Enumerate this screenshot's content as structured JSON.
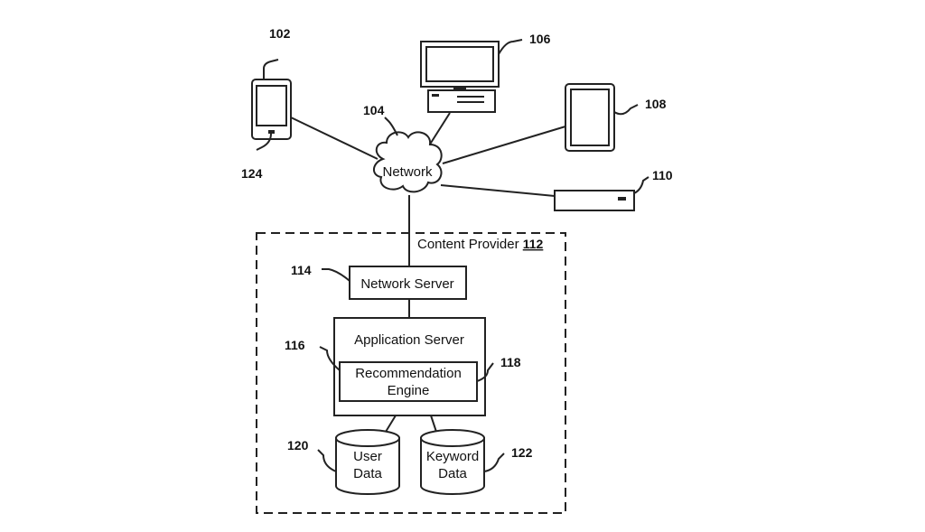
{
  "network": {
    "label": "Network",
    "ref": "104"
  },
  "devices": {
    "phone": {
      "ref": "102",
      "button_ref": "124"
    },
    "desktop": {
      "ref": "106"
    },
    "tablet": {
      "ref": "108"
    },
    "settop": {
      "ref": "110"
    }
  },
  "content_provider": {
    "label": "Content Provider ",
    "ref": "112"
  },
  "network_server": {
    "label": "Network Server",
    "ref": "114"
  },
  "application_server": {
    "label": "Application Server",
    "ref": "116"
  },
  "recommendation_engine": {
    "line1": "Recommendation",
    "line2": "Engine",
    "ref": "118"
  },
  "user_data": {
    "line1": "User",
    "line2": "Data",
    "ref": "120"
  },
  "keyword_data": {
    "line1": "Keyword",
    "line2": "Data",
    "ref": "122"
  }
}
